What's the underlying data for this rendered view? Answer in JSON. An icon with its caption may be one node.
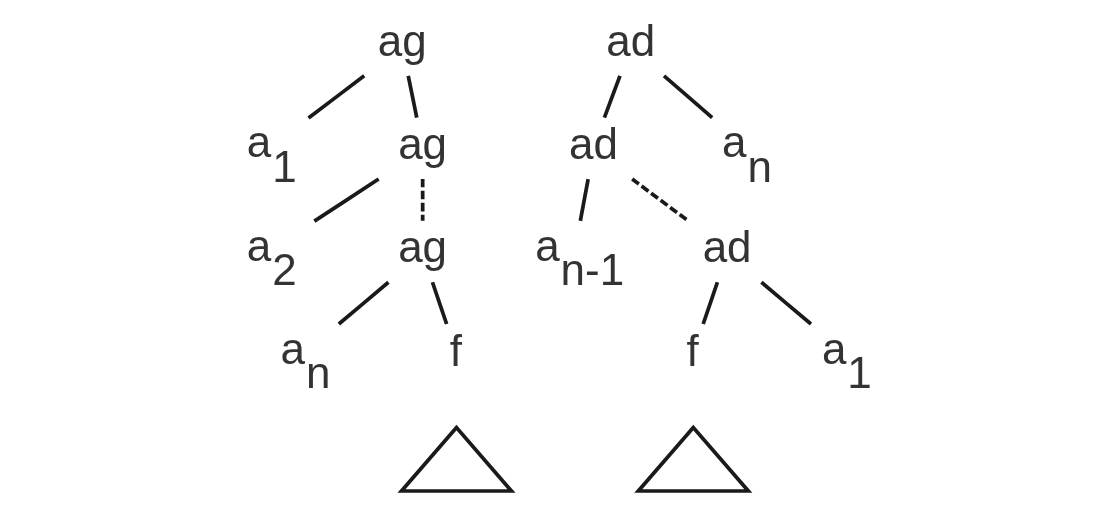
{
  "diagram": {
    "nodes": [
      {
        "text": [
          "ag"
        ]
      },
      {
        "text": [
          "a$_{1}$"
        ]
      },
      {
        "text": [
          "ag"
        ]
      },
      {
        "text": [
          "a$_{2}$"
        ]
      },
      {
        "text": [
          "ag"
        ]
      },
      {
        "text": [
          "a$_{n}$"
        ]
      },
      {
        "text": [
          "f"
        ]
      },
      {
        "text": [],
        "shape": "triangle"
      },
      {
        "text": [
          "ad"
        ]
      },
      {
        "text": [
          "ad"
        ]
      },
      {
        "text": [
          "a$_{n}$"
        ]
      },
      {
        "text": [
          "a$_{n-1}$"
        ]
      },
      {
        "text": [
          "ad"
        ]
      },
      {
        "text": [
          "f"
        ]
      },
      {
        "text": [],
        "shape": "triangle"
      },
      {
        "text": [
          "a$_{1}$"
        ]
      }
    ],
    "edges": [
      {
        "from": 0,
        "to": 1,
        "arrow": "none"
      },
      {
        "from": 0,
        "to": 2,
        "arrow": "none"
      },
      {
        "from": 2,
        "to": 3,
        "arrow": "none"
      },
      {
        "from": 2,
        "to": 4,
        "arrow": "none",
        "style": "dashed"
      },
      {
        "from": 4,
        "to": 5,
        "arrow": "none"
      },
      {
        "from": 4,
        "to": 6,
        "arrow": "none"
      },
      {
        "from": 8,
        "to": 9,
        "arrow": "none"
      },
      {
        "from": 8,
        "to": 10,
        "arrow": "none"
      },
      {
        "from": 9,
        "to": 11,
        "arrow": "none"
      },
      {
        "from": 9,
        "to": 12,
        "arrow": "none",
        "style": "dashed"
      },
      {
        "from": 12,
        "to": 13,
        "arrow": "none"
      },
      {
        "from": 12,
        "to": 15,
        "arrow": "none"
      }
    ]
  }
}
